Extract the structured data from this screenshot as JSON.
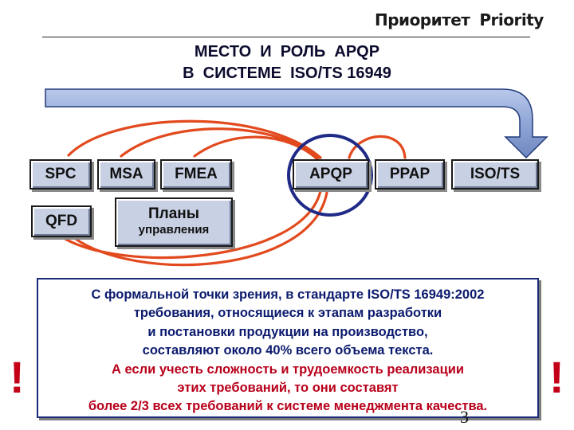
{
  "logo": {
    "left_text": "Приоритет",
    "right_text": "Priority",
    "mark_icon": "priority-logo-mark"
  },
  "title": {
    "line1": "МЕСТО  И  РОЛЬ  APQP",
    "line2": "В  СИСТЕМЕ  ISO/TS 16949"
  },
  "boxes": {
    "spc": "SPC",
    "msa": "MSA",
    "fmea": "FMEA",
    "apqp": "APQP",
    "ppap": "PPAP",
    "isots": "ISO/TS",
    "qfd": "QFD",
    "plans_line1": "Планы",
    "plans_line2": "управления"
  },
  "note": {
    "lines": [
      "С формальной точки зрения, в стандарте ISO/TS 16949:2002",
      "требования, относящиеся к этапам разработки",
      "и постановки продукции на производство,",
      "составляют около 40% всего объема текста.",
      "А если учесть сложность и трудоемкость реализации",
      "этих требований, то они составят",
      "более 2/3 всех требований к системе менеджмента качества."
    ]
  },
  "exclamation": "!",
  "page_number": "3",
  "colors": {
    "box_fill": "#c8d0e4",
    "arrow_fill": "#8fa6d6",
    "arc_red": "#e24a1e",
    "circle_navy": "#1f2a86",
    "text_navy": "#0b1a6e",
    "text_red": "#b8001a"
  }
}
